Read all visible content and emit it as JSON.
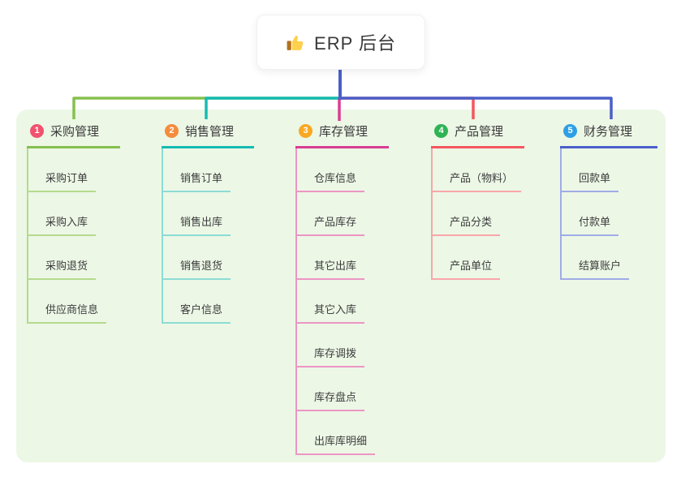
{
  "root": {
    "icon": "thumbs-up-icon",
    "title": "ERP 后台"
  },
  "branches": [
    {
      "number": "1",
      "label": "采购管理",
      "badge_color": "#F1536E",
      "line_color": "#85C04E",
      "subline_color": "#B4DB8D",
      "items": [
        "采购订单",
        "采购入库",
        "采购退货",
        "供应商信息"
      ]
    },
    {
      "number": "2",
      "label": "销售管理",
      "badge_color": "#F58B3C",
      "line_color": "#16BCB3",
      "subline_color": "#8CDCD5",
      "items": [
        "销售订单",
        "销售出库",
        "销售退货",
        "客户信息"
      ]
    },
    {
      "number": "3",
      "label": "库存管理",
      "badge_color": "#F8A822",
      "line_color": "#D93D92",
      "subline_color": "#EC96C4",
      "items": [
        "仓库信息",
        "产品库存",
        "其它出库",
        "其它入库",
        "库存调拨",
        "库存盘点",
        "出库库明细"
      ]
    },
    {
      "number": "4",
      "label": "产品管理",
      "badge_color": "#2FB355",
      "line_color": "#F4575F",
      "subline_color": "#F9A6A9",
      "items": [
        "产品（物料）",
        "产品分类",
        "产品单位"
      ]
    },
    {
      "number": "5",
      "label": "财务管理",
      "badge_color": "#2E9FE5",
      "line_color": "#4A5FC9",
      "subline_color": "#A0ACE6",
      "items": [
        "回款单",
        "付款单",
        "结算账户"
      ]
    }
  ],
  "colors": {
    "panel_bg": "#ECF7E6",
    "stem": "#4A5FC9",
    "text": "#3D3D3D"
  }
}
